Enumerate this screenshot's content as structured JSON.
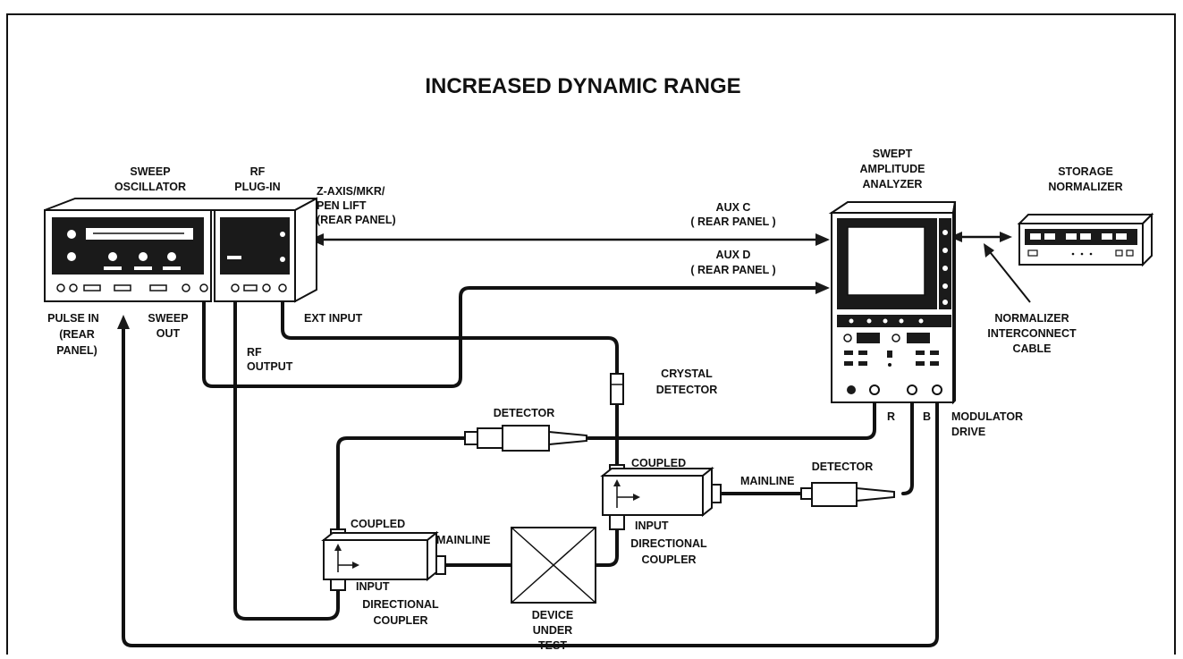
{
  "title": "INCREASED DYNAMIC RANGE",
  "labels": {
    "sweep_osc_1": "SWEEP",
    "sweep_osc_2": "OSCILLATOR",
    "rf_plugin_1": "RF",
    "rf_plugin_2": "PLUG-IN",
    "zaxis_1": "Z-AXIS/MKR/",
    "zaxis_2": "PEN LIFT",
    "zaxis_3": "(REAR PANEL)",
    "auxc_1": "AUX C",
    "auxc_2": "( REAR PANEL )",
    "auxd_1": "AUX D",
    "auxd_2": "( REAR PANEL )",
    "swept_1": "SWEPT",
    "swept_2": "AMPLITUDE",
    "swept_3": "ANALYZER",
    "storage_1": "STORAGE",
    "storage_2": "NORMALIZER",
    "pulse_1": "PULSE IN",
    "pulse_2": "(REAR",
    "pulse_3": "PANEL)",
    "sweepout_1": "SWEEP",
    "sweepout_2": "OUT",
    "ext_input": "EXT INPUT",
    "rfout_1": "RF",
    "rfout_2": "OUTPUT",
    "norm_1": "NORMALIZER",
    "norm_2": "INTERCONNECT",
    "norm_3": "CABLE",
    "crystal_1": "CRYSTAL",
    "crystal_2": "DETECTOR",
    "detector_a": "DETECTOR",
    "detector_b": "DETECTOR",
    "port_r": "R",
    "port_b": "B",
    "mod_1": "MODULATOR",
    "mod_2": "DRIVE",
    "coupled_a": "COUPLED",
    "coupled_b": "COUPLED",
    "mainline_a": "MAINLINE",
    "mainline_b": "MAINLINE",
    "input_a": "INPUT",
    "input_b": "INPUT",
    "dircoup_a1": "DIRECTIONAL",
    "dircoup_a2": "COUPLER",
    "dircoup_b1": "DIRECTIONAL",
    "dircoup_b2": "COUPLER",
    "dut_1": "DEVICE",
    "dut_2": "UNDER",
    "dut_3": "TEST"
  }
}
